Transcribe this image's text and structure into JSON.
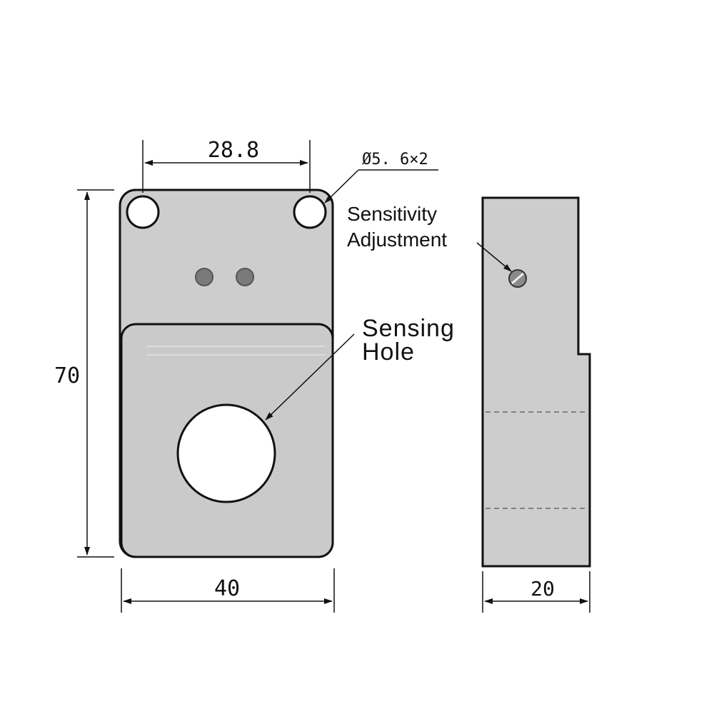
{
  "front_view": {
    "width_dim": "40",
    "height_dim": "70",
    "hole_spacing_dim": "28.8",
    "mount_hole_note": "Ø5. 6×2",
    "callout_sensing_hole_line1": "Sensing",
    "callout_sensing_hole_line2": "Hole"
  },
  "side_view": {
    "depth_dim": "20",
    "callout_adjust_line1": "Sensitivity",
    "callout_adjust_line2": "Adjustment"
  },
  "colors": {
    "body_fill": "#cdcdcd",
    "outline": "#111111",
    "led_fill": "#7a7a7a"
  }
}
